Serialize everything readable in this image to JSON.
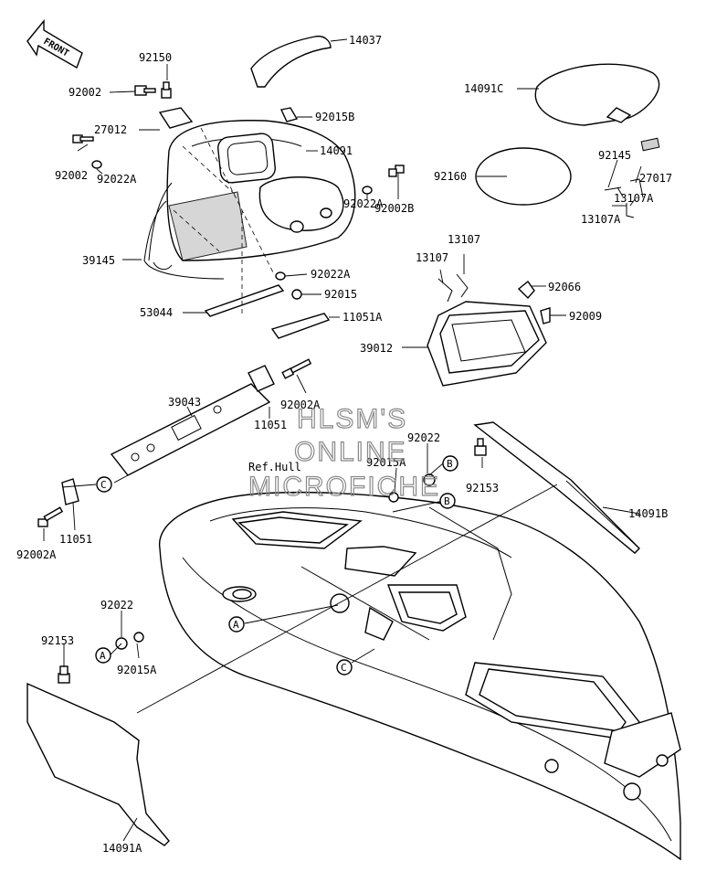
{
  "diagram": {
    "front_arrow_label": "FRONT",
    "labels": {
      "p14037": "14037",
      "p92150": "92150",
      "p92002_top": "92002",
      "p92015B": "92015B",
      "p27012": "27012",
      "p14091": "14091",
      "p92002_left": "92002",
      "p92022A_left": "92022A",
      "p92002B": "92002B",
      "p92022A_right": "92022A",
      "p39145": "39145",
      "p92022A_mid": "92022A",
      "p92015_mid": "92015",
      "p53044": "53044",
      "p11051A": "11051A",
      "p14091C": "14091C",
      "p92160": "92160",
      "p92145": "92145",
      "p27017": "27017",
      "p13107A_right": "13107A",
      "p13107A_left": "13107A",
      "p13107_top": "13107",
      "p13107_left": "13107",
      "p92066": "92066",
      "p92009": "92009",
      "p39012": "39012",
      "p39043": "39043",
      "p92002A_mid": "92002A",
      "p11051_mid": "11051",
      "p92022_mid": "92022",
      "p92015A_mid": "92015A",
      "p92153_right": "92153",
      "p14091B": "14091B",
      "p11051_low": "11051",
      "p92002A_low": "92002A",
      "p92022_low": "92022",
      "p92153_low": "92153",
      "p92015A_low": "92015A",
      "p14091A": "14091A",
      "ref_hull": "Ref.Hull"
    },
    "callouts": {
      "c_left": "C",
      "b_upper": "B",
      "b_lower": "B",
      "a_hull": "A",
      "a_lower": "A",
      "c_hull": "C"
    },
    "watermark": [
      "HLSM'S",
      "ONLINE",
      "MICROFICHE"
    ]
  }
}
